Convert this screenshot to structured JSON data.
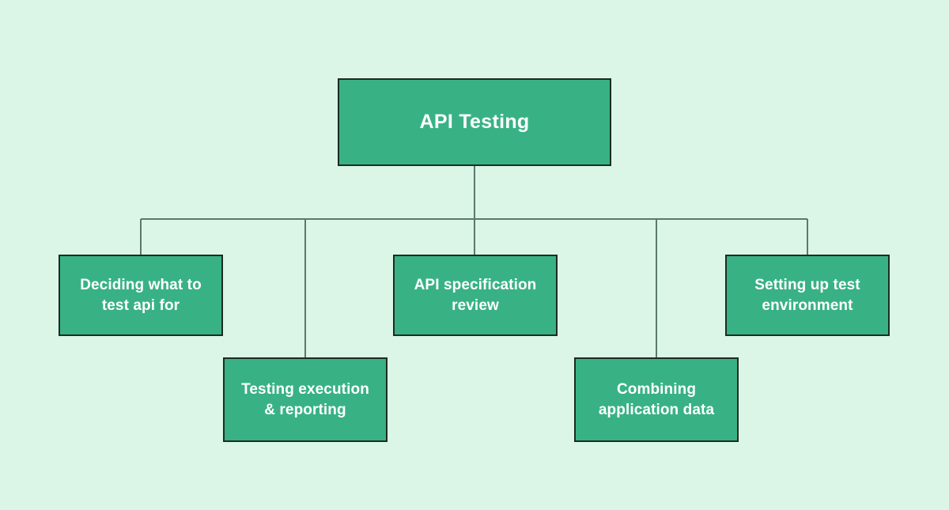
{
  "diagram": {
    "type": "hierarchy-tree",
    "title": "API Testing",
    "background_color": "#dbf5e6",
    "node_fill_color": "#38b284",
    "node_border_color": "#1c2b24",
    "connector_color": "#5a7a6b",
    "node_text_color": "#ffffff",
    "root": {
      "label": "API Testing"
    },
    "children": [
      {
        "id": "deciding",
        "label": "Deciding what to\ntest api for"
      },
      {
        "id": "testing",
        "label": "Testing execution\n& reporting"
      },
      {
        "id": "apispec",
        "label": "API specification\nreview"
      },
      {
        "id": "combining",
        "label": "Combining\napplication data"
      },
      {
        "id": "setting",
        "label": "Setting up test\nenvironment"
      }
    ]
  }
}
